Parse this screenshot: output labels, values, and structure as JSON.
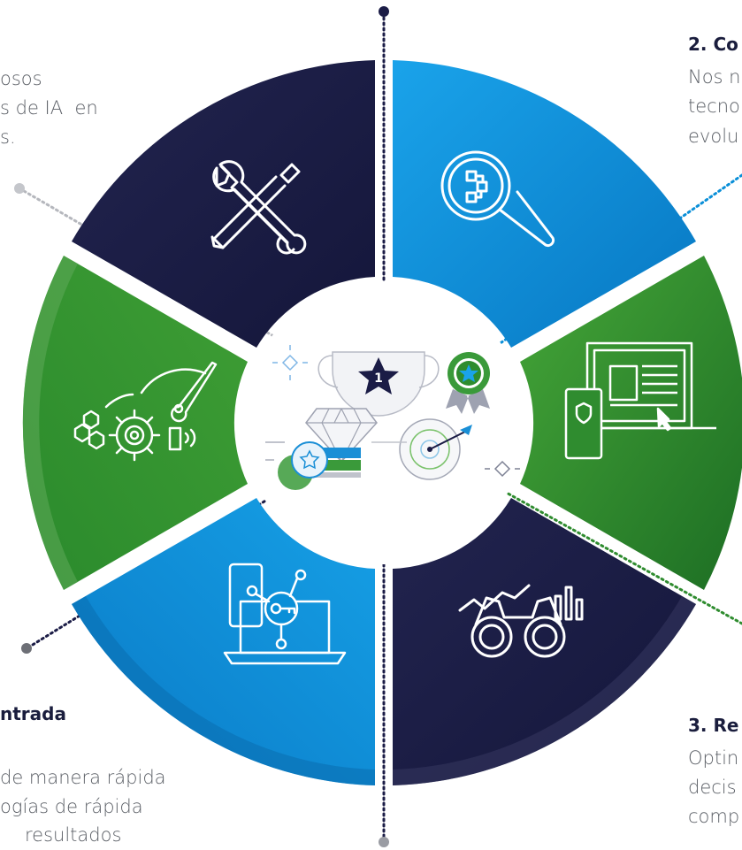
{
  "texts": {
    "tl_line1": "osos",
    "tl_line2": "s de IA  en",
    "tl_line3": "s.",
    "tr_title": "2. Co",
    "tr_line1": "Nos n",
    "tr_line2": "tecno",
    "tr_line3": "evolu",
    "bl_title": "ntrada",
    "bl_line1": "de manera rápida",
    "bl_line2": "ogías de rápida",
    "bl_line3": "resultados",
    "br_title": "3. Re",
    "br_line1": "Optin",
    "br_line2": "decis",
    "br_line3": "comp"
  },
  "center_badge": "1",
  "segments": [
    {
      "id": "top-left",
      "color": "#1b1c46",
      "icon": "wrench-screwdriver-icon"
    },
    {
      "id": "top-right",
      "color": "#0a8fd8",
      "icon": "magnifier-icon"
    },
    {
      "id": "right",
      "color": "#2f8c2f",
      "icon": "devices-icon"
    },
    {
      "id": "bottom-right",
      "color": "#1b1c46",
      "icon": "binoculars-chart-icon"
    },
    {
      "id": "bottom-left",
      "color": "#0a8fd8",
      "icon": "key-network-icon"
    },
    {
      "id": "left",
      "color": "#3a9a3a",
      "icon": "gears-gauge-icon"
    }
  ]
}
